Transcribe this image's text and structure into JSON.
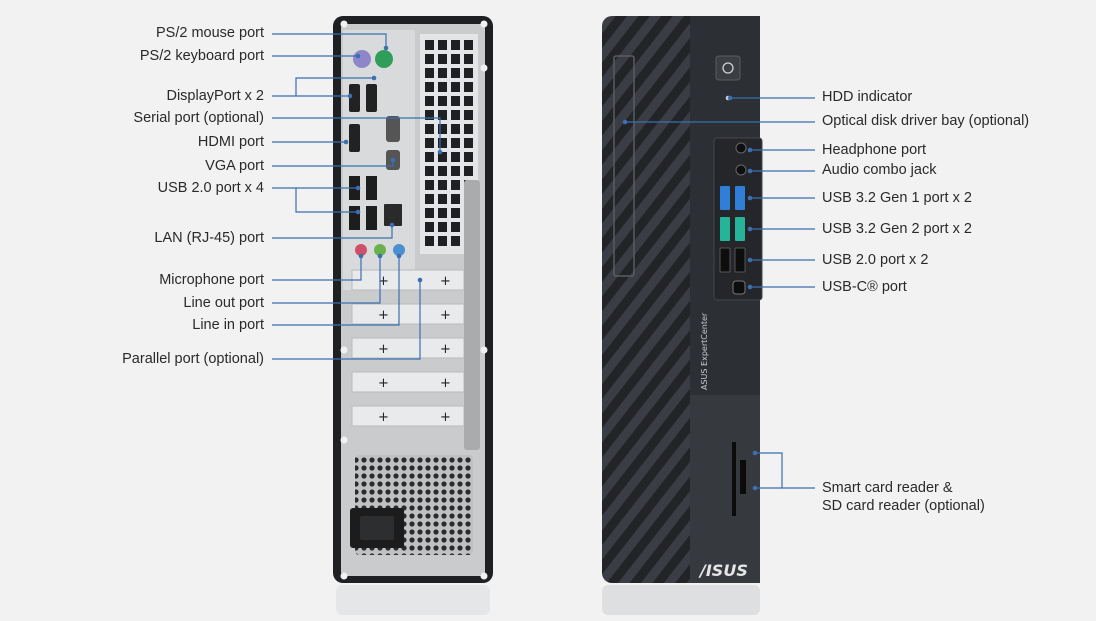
{
  "rear_labels": [
    {
      "id": "ps2-mouse-port",
      "text": "PS/2 mouse port"
    },
    {
      "id": "ps2-keyboard-port",
      "text": "PS/2 keyboard port"
    },
    {
      "id": "displayport",
      "text": "DisplayPort x 2"
    },
    {
      "id": "serial-port",
      "text": "Serial port (optional)"
    },
    {
      "id": "hdmi-port",
      "text": "HDMI port"
    },
    {
      "id": "vga-port",
      "text": "VGA port"
    },
    {
      "id": "usb20-rear",
      "text": "USB 2.0 port x 4"
    },
    {
      "id": "lan-port",
      "text": "LAN (RJ-45) port"
    },
    {
      "id": "microphone-port",
      "text": "Microphone port"
    },
    {
      "id": "line-out-port",
      "text": "Line out port"
    },
    {
      "id": "line-in-port",
      "text": "Line in port"
    },
    {
      "id": "parallel-port",
      "text": "Parallel port (optional)"
    }
  ],
  "front_labels": [
    {
      "id": "hdd-indicator",
      "text": "HDD indicator"
    },
    {
      "id": "optical-bay",
      "text": "Optical disk driver bay (optional)"
    },
    {
      "id": "headphone-port",
      "text": "Headphone port"
    },
    {
      "id": "audio-combo-jack",
      "text": "Audio combo jack"
    },
    {
      "id": "usb32-gen1",
      "text": "USB 3.2 Gen 1 port x 2"
    },
    {
      "id": "usb32-gen2",
      "text": "USB 3.2 Gen 2 port x 2"
    },
    {
      "id": "usb20-front",
      "text": "USB 2.0 port x 2"
    },
    {
      "id": "usbc-port",
      "text": "USB-C® port"
    },
    {
      "id": "card-reader",
      "text": "Smart card reader &",
      "text2": "SD card reader (optional)"
    }
  ],
  "branding": {
    "logo": "/ISUS",
    "side_text": "ASUS ExpertCenter"
  },
  "colors": {
    "line": "#3a6fb0",
    "case": "#1e2024",
    "panel": "#c9cbcd",
    "text": "#2a2a2a",
    "ps2_mouse": "#8f86c9",
    "ps2_keyboard": "#2e9e5a",
    "usb3_gen1": "#2f7ed8",
    "usb3_gen2": "#25b39a",
    "mic": "#d0506a",
    "line_out": "#6ab04c",
    "line_in": "#4a8fd0"
  }
}
